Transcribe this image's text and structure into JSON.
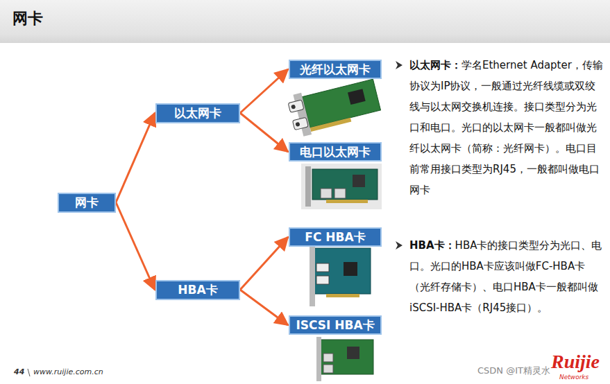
{
  "diagram": {
    "title": "网卡",
    "nodes": [
      {
        "text": [
          "网卡"
        ]
      },
      {
        "text": [
          "以太网卡"
        ]
      },
      {
        "text": [
          "光纤以太网卡"
        ]
      },
      {
        "text": [
          "电口以太网卡"
        ]
      },
      {
        "text": [
          "HBA卡"
        ]
      },
      {
        "text": [
          "FC HBA卡"
        ]
      },
      {
        "text": [
          "ISCSI HBA卡"
        ]
      }
    ],
    "edges": [
      {
        "from": 0,
        "to": 1,
        "arrow": "to"
      },
      {
        "from": 1,
        "to": 2,
        "arrow": "to"
      },
      {
        "from": 1,
        "to": 3,
        "arrow": "to"
      },
      {
        "from": 0,
        "to": 4,
        "arrow": "to"
      },
      {
        "from": 4,
        "to": 5,
        "arrow": "to"
      },
      {
        "from": 4,
        "to": 6,
        "arrow": "to"
      }
    ],
    "labels": [
      "以太网卡：",
      "学名Ethernet Adapter，传输协议为IP协议，一般通过光纤线缆或双绞线与以太网交换机连接。接口类型分为光口和电口。光口的以太网卡一般都叫做光纤以太网卡（简称：光纤网卡）。电口目前常用接口类型为RJ45，一般都叫做电口网卡",
      "HBA卡：",
      "HBA卡的接口类型分为光口、电口。光口的HBA卡应该叫做FC-HBA卡（光纤存储卡）、电口HBA卡一般都叫做iSCSI-HBA卡（RJ45接口）。",
      "44",
      "www.ruijie.com.cn",
      "CSDN @IT精灵水",
      "Ruijie",
      "Networks"
    ]
  }
}
